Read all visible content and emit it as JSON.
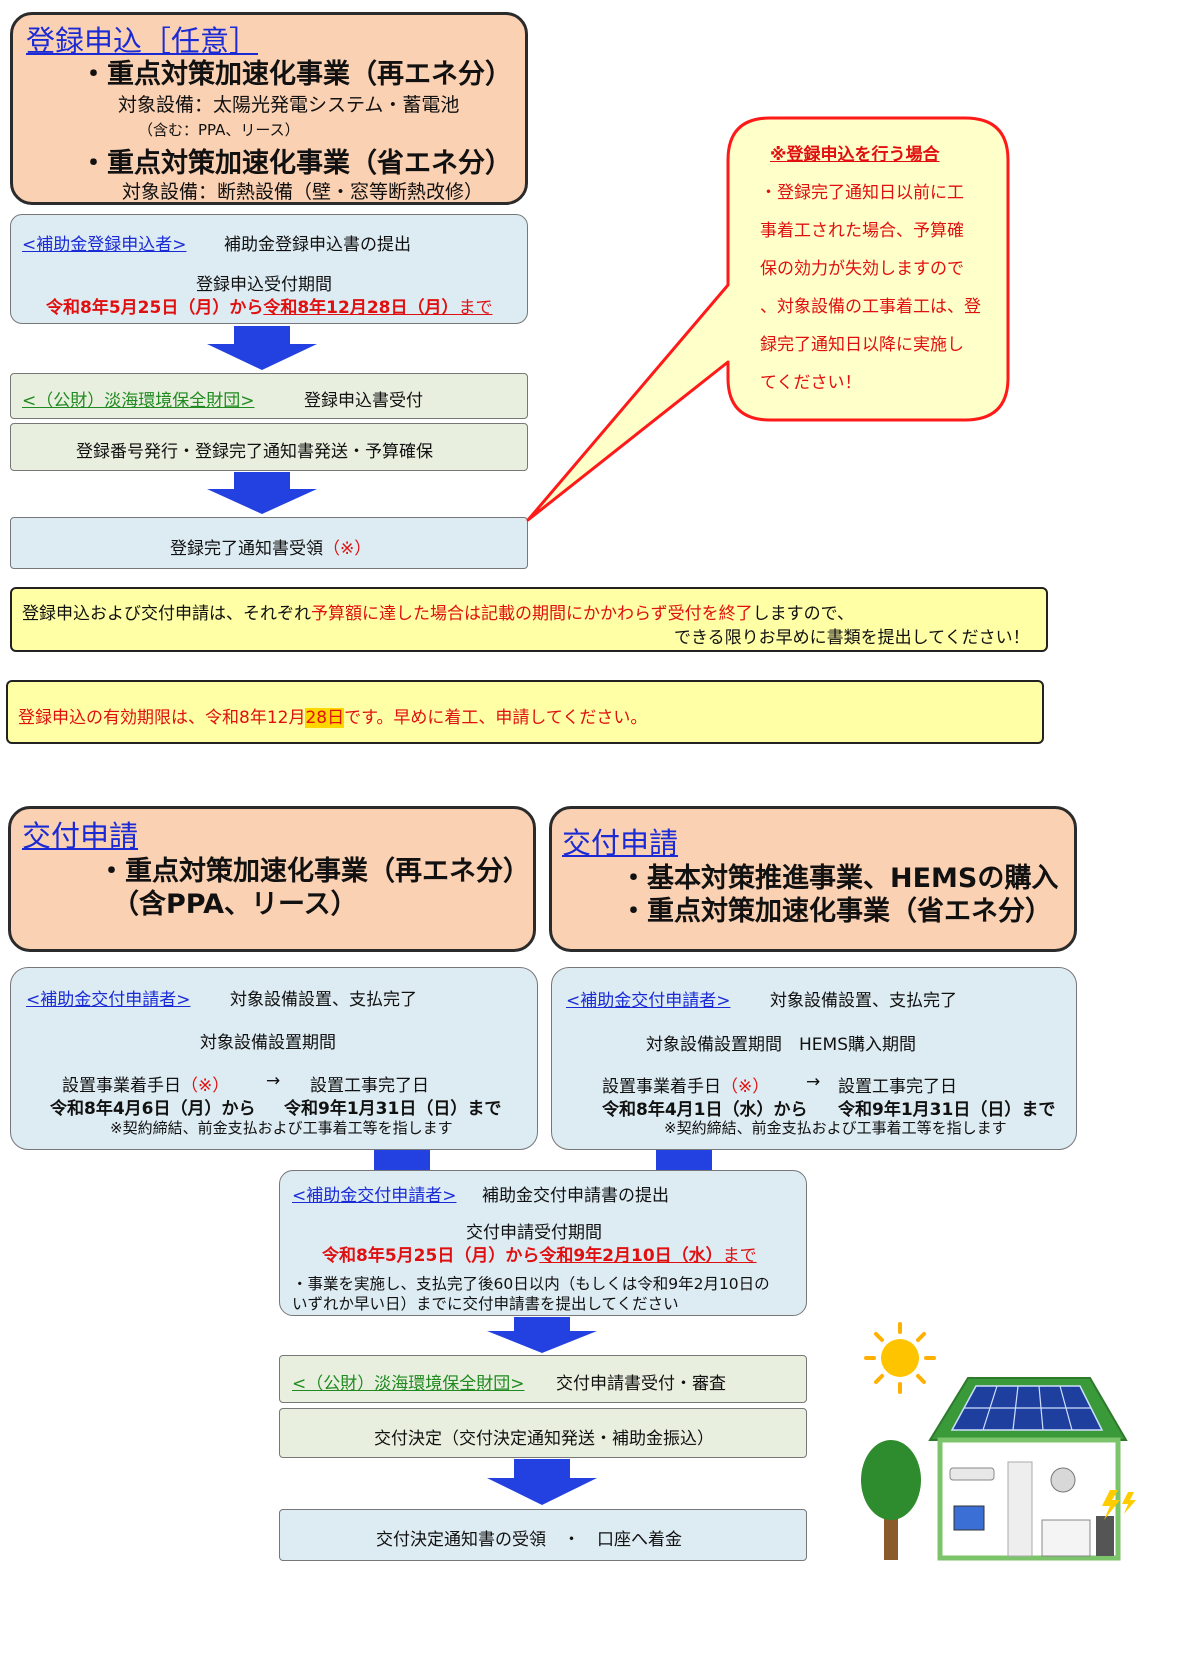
{
  "registration": {
    "title": "登録申込［任意］",
    "item1": "・重点対策加速化事業（再エネ分）",
    "item1_target": "対象設備：太陽光発電システム・蓄電池",
    "item1_note": "（含む：PPA、リース）",
    "item2": "・重点対策加速化事業（省エネ分）",
    "item2_target": "対象設備：断熱設備（壁・窓等断熱改修）"
  },
  "reg_apply": {
    "actor": "<補助金登録申込者>",
    "action": "補助金登録申込書の提出",
    "period_label": "登録申込受付期間",
    "period_start": "令和8年5月25日（月）から",
    "period_end": "令和8年12月28日（月）",
    "period_suffix": "まで"
  },
  "reg_receive": {
    "actor": "<（公財）淡海環境保全財団>",
    "action": "登録申込書受付"
  },
  "reg_issue": {
    "text": "登録番号発行・登録完了通知書発送・予算確保"
  },
  "reg_done": {
    "text": "登録完了通知書受領",
    "mark": "（※）"
  },
  "callout": {
    "title": "※登録申込を行う場合",
    "lines": [
      "・登録完了通知日以前に工",
      "事着工された場合、予算確",
      "保の効力が失効しますので",
      "、対象設備の工事着工は、登",
      "録完了通知日以降に実施し",
      "てください！"
    ]
  },
  "notice1": {
    "pre": "登録申込および交付申請は、それぞれ",
    "red": "予算額に達した場合は記載の期間にかかわらず受付を終了",
    "post": "しますので、",
    "line2": "できる限りお早めに書類を提出してください！"
  },
  "notice2": {
    "pre": "登録申込の有効期限は、令和8年12月",
    "highlight": "28日",
    "post": "です。早めに着工、申請してください。"
  },
  "grant_left": {
    "title": "交付申請",
    "item1": "・重点対策加速化事業（再エネ分）",
    "item2": "（含PPA、リース）"
  },
  "grant_right": {
    "title": "交付申請",
    "item1": "・基本対策推進事業、HEMSの購入",
    "item2": "・重点対策加速化事業（省エネ分）"
  },
  "left_detail": {
    "actor": "<補助金交付申請者>",
    "action": "対象設備設置、支払完了",
    "period_label": "対象設備設置期間",
    "start_label": "設置事業着手日",
    "mark": "（※）",
    "arrow": "→",
    "end_label": "設置工事完了日",
    "start_date": "令和8年4月6日（月）から",
    "end_date": "令和9年1月31日（日）まで",
    "note": "※契約締結、前金支払および工事着工等を指します"
  },
  "right_detail": {
    "actor": "<補助金交付申請者>",
    "action": "対象設備設置、支払完了",
    "period_label": "対象設備設置期間　HEMS購入期間",
    "start_label": "設置事業着手日",
    "mark": "（※）",
    "arrow": "→",
    "end_label": "設置工事完了日",
    "start_date": "令和8年4月1日（水）から",
    "end_date": "令和9年1月31日（日）まで",
    "note": "※契約締結、前金支払および工事着工等を指します"
  },
  "grant_apply": {
    "actor": "<補助金交付申請者>",
    "action": "補助金交付申請書の提出",
    "period_label": "交付申請受付期間",
    "period_start": "令和8年5月25日（月）から",
    "period_end": "令和9年2月10日（水）",
    "period_suffix": "まで",
    "note1": "・事業を実施し、支払完了後60日以内（もしくは令和9年2月10日の",
    "note2": "いずれか早い日）までに交付申請書を提出してください"
  },
  "grant_receive": {
    "actor": "<（公財）淡海環境保全財団>",
    "action": "交付申請書受付・審査"
  },
  "grant_decision": {
    "text": "交付決定（交付決定通知発送・補助金振込）"
  },
  "grant_final": {
    "text": "交付決定通知書の受領　・　口座へ着金"
  },
  "colors": {
    "peach": "#fbd1b3",
    "blue": "#ddebf2",
    "green": "#e9efdf",
    "yellow": "#ffffa6",
    "arrow": "#2340e0",
    "red": "#e01010"
  },
  "icons": [
    "down-arrow-icon",
    "house-illustration",
    "sun-icon",
    "solar-panel-icon",
    "tree-icon",
    "lightning-icon"
  ]
}
